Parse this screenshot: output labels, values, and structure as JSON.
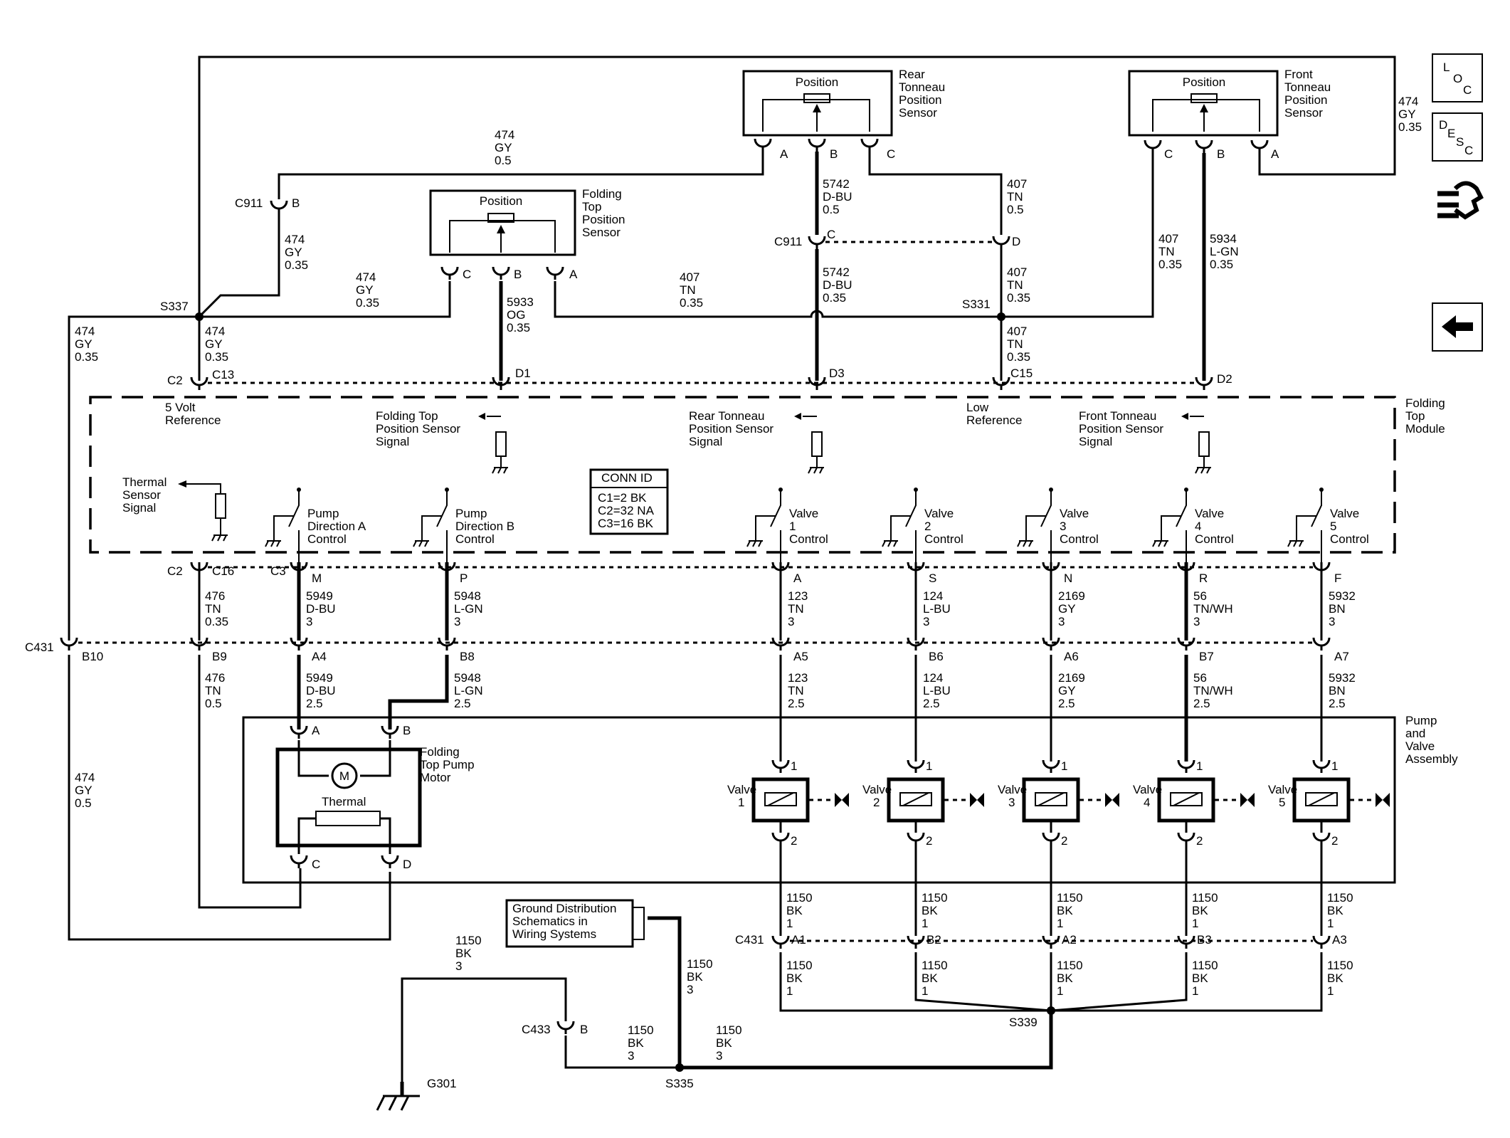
{
  "sensors": {
    "rear": {
      "box_label": "Position",
      "name": [
        "Rear",
        "Tonneau",
        "Position",
        "Sensor"
      ],
      "pins": [
        "A",
        "B",
        "C"
      ]
    },
    "front": {
      "box_label": "Position",
      "name": [
        "Front",
        "Tonneau",
        "Position",
        "Sensor"
      ],
      "pins": [
        "C",
        "B",
        "A"
      ]
    },
    "folding": {
      "box_label": "Position",
      "name": [
        "Folding",
        "Top",
        "Position",
        "Sensor"
      ],
      "pins": [
        "C",
        "B",
        "A"
      ]
    }
  },
  "wires": {
    "w474_top": [
      "474",
      "GY",
      "0.5"
    ],
    "w474_right": [
      "474",
      "GY",
      "0.35"
    ],
    "w474_c911": [
      "474",
      "GY",
      "0.35"
    ],
    "w474_mid": [
      "474",
      "GY",
      "0.35"
    ],
    "w474_s337": [
      "474",
      "GY",
      "0.35"
    ],
    "w474_left": [
      "474",
      "GY",
      "0.35"
    ],
    "w474_bottom": [
      "474",
      "GY",
      "0.5"
    ],
    "w5742_top": [
      "5742",
      "D-BU",
      "0.5"
    ],
    "w5742_bot": [
      "5742",
      "D-BU",
      "0.35"
    ],
    "w407_top": [
      "407",
      "TN",
      "0.5"
    ],
    "w407_mid": [
      "407",
      "TN",
      "0.35"
    ],
    "w407_s331": [
      "407",
      "TN",
      "0.35"
    ],
    "w407_bot": [
      "407",
      "TN",
      "0.35"
    ],
    "w407_front": [
      "407",
      "TN",
      "0.35"
    ],
    "w5934": [
      "5934",
      "L-GN",
      "0.35"
    ],
    "w5933": [
      "5933",
      "OG",
      "0.35"
    ],
    "w476_top": [
      "476",
      "TN",
      "0.35"
    ],
    "w476_bot": [
      "476",
      "TN",
      "0.5"
    ],
    "w5949_top": [
      "5949",
      "D-BU",
      "3"
    ],
    "w5949_bot": [
      "5949",
      "D-BU",
      "2.5"
    ],
    "w5948_top": [
      "5948",
      "L-GN",
      "3"
    ],
    "w5948_bot": [
      "5948",
      "L-GN",
      "2.5"
    ],
    "w123_top": [
      "123",
      "TN",
      "3"
    ],
    "w123_bot": [
      "123",
      "TN",
      "2.5"
    ],
    "w124_top": [
      "124",
      "L-BU",
      "3"
    ],
    "w124_bot": [
      "124",
      "L-BU",
      "2.5"
    ],
    "w2169_top": [
      "2169",
      "GY",
      "3"
    ],
    "w2169_bot": [
      "2169",
      "GY",
      "2.5"
    ],
    "w56_top": [
      "56",
      "TN/WH",
      "3"
    ],
    "w56_bot": [
      "56",
      "TN/WH",
      "2.5"
    ],
    "w5932_top": [
      "5932",
      "BN",
      "3"
    ],
    "w5932_bot": [
      "5932",
      "BN",
      "2.5"
    ],
    "w1150_g301": [
      "1150",
      "BK",
      "3"
    ],
    "w1150_s335": [
      "1150",
      "BK",
      "3"
    ],
    "w1150_c433": [
      "1150",
      "BK",
      "3"
    ],
    "w1150_bus": [
      "1150",
      "BK",
      "3"
    ],
    "w1150_valve": [
      "1150",
      "BK",
      "1"
    ]
  },
  "connectors": {
    "c911": "C911",
    "s337": "S337",
    "s331": "S331",
    "c2": "C2",
    "c13": "C13",
    "d1": "D1",
    "d3": "D3",
    "c15": "C15",
    "d2": "D2",
    "c16": "C16",
    "c3": "C3",
    "c431": "C431",
    "b10": "B10",
    "b9": "B9",
    "a4": "A4",
    "b8": "B8",
    "a5": "A5",
    "b6": "B6",
    "a6": "A6",
    "b7": "B7",
    "a7": "A7",
    "m": "M",
    "p": "P",
    "a": "A",
    "s": "S",
    "n": "N",
    "r": "R",
    "f": "F",
    "c433": "C433",
    "g301": "G301",
    "s335": "S335",
    "s339": "S339",
    "a1": "A1",
    "b2": "B2",
    "a2": "A2",
    "b3": "B3",
    "a3": "A3",
    "pin_b": "B",
    "pin_c": "C",
    "pin_d": "D"
  },
  "module": {
    "name": [
      "Folding",
      "Top",
      "Module"
    ],
    "five_volt": [
      "5 Volt",
      "Reference"
    ],
    "low_ref": [
      "Low",
      "Reference"
    ],
    "folding_sig": [
      "Folding Top",
      "Position Sensor",
      "Signal"
    ],
    "rear_sig": [
      "Rear Tonneau",
      "Position Sensor",
      "Signal"
    ],
    "front_sig": [
      "Front Tonneau",
      "Position Sensor",
      "Signal"
    ],
    "thermal_sig": [
      "Thermal",
      "Sensor",
      "Signal"
    ],
    "pump_a": [
      "Pump",
      "Direction A",
      "Control"
    ],
    "pump_b": [
      "Pump",
      "Direction B",
      "Control"
    ],
    "valves": [
      [
        "Valve",
        "1",
        "Control"
      ],
      [
        "Valve",
        "2",
        "Control"
      ],
      [
        "Valve",
        "3",
        "Control"
      ],
      [
        "Valve",
        "4",
        "Control"
      ],
      [
        "Valve",
        "5",
        "Control"
      ]
    ],
    "conn_id": {
      "title": "CONN ID",
      "rows": [
        "C1=2 BK",
        "C2=32 NA",
        "C3=16 BK"
      ]
    }
  },
  "assembly": {
    "name": [
      "Pump",
      "and",
      "Valve",
      "Assembly"
    ],
    "motor": [
      "Folding",
      "Top Pump",
      "Motor"
    ],
    "motor_symbol": "M",
    "thermal": "Thermal",
    "valve_word": "Valve",
    "valve_nums": [
      "1",
      "2",
      "3",
      "4",
      "5"
    ],
    "pin1": "1",
    "pin2": "2"
  },
  "ground_ref": [
    "Ground Distribution",
    "Schematics in",
    "Wiring Systems"
  ],
  "nav": {
    "loc": [
      "L",
      "O",
      "C"
    ],
    "desc": [
      "D",
      "E",
      "S",
      "C"
    ],
    "back_arrow_icon": "arrow-left-icon",
    "harness_icon": "harness-icon"
  }
}
